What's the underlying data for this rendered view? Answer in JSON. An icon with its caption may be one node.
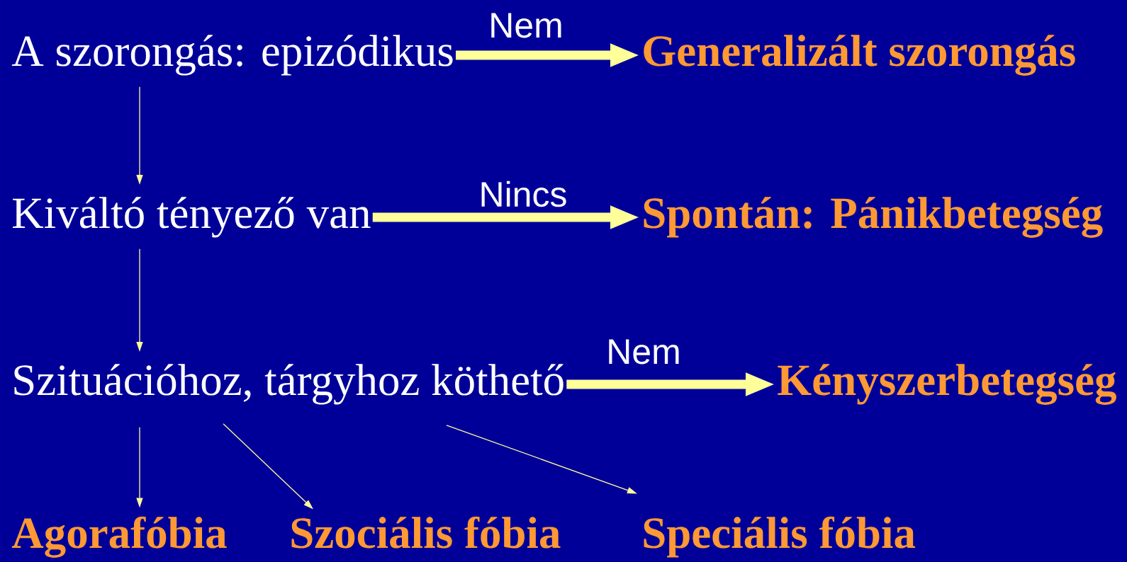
{
  "diagram": {
    "nodes": [
      {
        "text": [
          "A szorongás: epizódikus"
        ]
      },
      {
        "text": [
          "Generalizált szorongás"
        ]
      },
      {
        "text": [
          "Kiváltó tényező van"
        ]
      },
      {
        "text": [
          "Spontán: Pánikbetegség"
        ]
      },
      {
        "text": [
          "Szituációhoz, tárgyhoz köthető"
        ]
      },
      {
        "text": [
          "Kényszerbetegség"
        ]
      },
      {
        "text": [
          "Agorafóbia"
        ]
      },
      {
        "text": [
          "Szociális fóbia"
        ]
      },
      {
        "text": [
          "Speciális fóbia"
        ]
      }
    ],
    "edges": [
      {
        "from": 0,
        "to": 1,
        "arrow": "to",
        "label": "Nem",
        "style": "thick"
      },
      {
        "from": 0,
        "to": 2,
        "arrow": "to"
      },
      {
        "from": 2,
        "to": 3,
        "arrow": "to",
        "label": "Nincs",
        "style": "thick"
      },
      {
        "from": 2,
        "to": 4,
        "arrow": "to"
      },
      {
        "from": 4,
        "to": 5,
        "arrow": "to",
        "label": "Nem",
        "style": "thick"
      },
      {
        "from": 4,
        "to": 6,
        "arrow": "to"
      },
      {
        "from": 4,
        "to": 7,
        "arrow": "to"
      },
      {
        "from": 4,
        "to": 8,
        "arrow": "to"
      }
    ]
  }
}
